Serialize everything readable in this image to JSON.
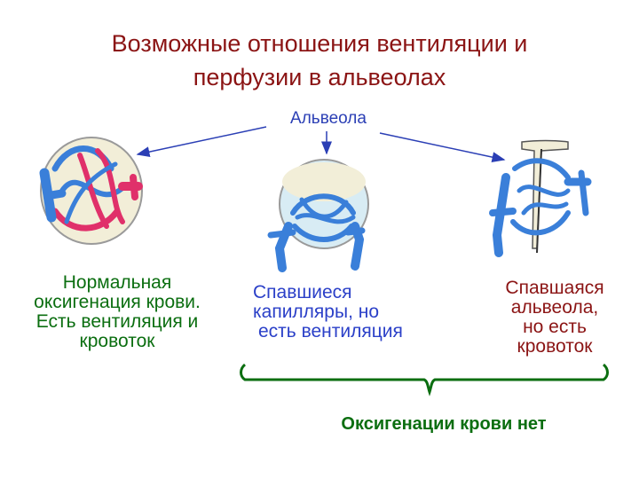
{
  "title": {
    "line1": "Возможные отношения вентиляции и",
    "line2": "перфузии в альвеолах"
  },
  "alveola_label": "Альвеола",
  "captions": {
    "normal": [
      "Нормальная",
      "оксигенация крови.",
      "Есть вентиляция и",
      "кровоток"
    ],
    "collapsed_capillaries": [
      "Спавшиеся",
      "капилляры, но",
      "есть вентиляция"
    ],
    "collapsed_alveola": [
      "Спавшаяся",
      "альвеола,",
      "но есть",
      "кровоток"
    ]
  },
  "bottom_note": "Оксигенации крови нет",
  "colors": {
    "title": "#8b1414",
    "label_blue": "#2b3fb5",
    "green": "#0b6e10",
    "vessel_blue": "#3a7fd9",
    "vessel_dark": "#1e4fa8",
    "vessel_red": "#e0306a",
    "alveolus_fill": "#f2eed8",
    "alveolus_stroke": "#9a9a9a"
  }
}
